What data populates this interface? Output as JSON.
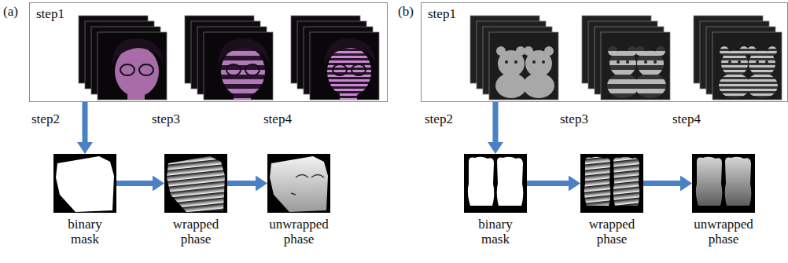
{
  "diagram": {
    "nodes": [
      {
        "text": [
          "step1"
        ]
      },
      {
        "text": [
          "step2",
          "binary mask"
        ]
      },
      {
        "text": [
          "step3",
          "wrapped phase"
        ]
      },
      {
        "text": [
          "step4",
          "unwrapped phase"
        ]
      },
      {
        "text": [
          "step1"
        ]
      },
      {
        "text": [
          "step2",
          "binary mask"
        ]
      },
      {
        "text": [
          "step3",
          "wrapped phase"
        ]
      },
      {
        "text": [
          "step4",
          "unwrapped phase"
        ]
      }
    ],
    "edges": [
      {
        "from": 0,
        "to": 1,
        "arrow": "to"
      },
      {
        "from": 1,
        "to": 2,
        "arrow": "to"
      },
      {
        "from": 2,
        "to": 3,
        "arrow": "to"
      },
      {
        "from": 4,
        "to": 5,
        "arrow": "to"
      },
      {
        "from": 5,
        "to": 6,
        "arrow": "to"
      },
      {
        "from": 6,
        "to": 7,
        "arrow": "to"
      }
    ],
    "labels": [
      "(a)",
      "(b)"
    ]
  }
}
